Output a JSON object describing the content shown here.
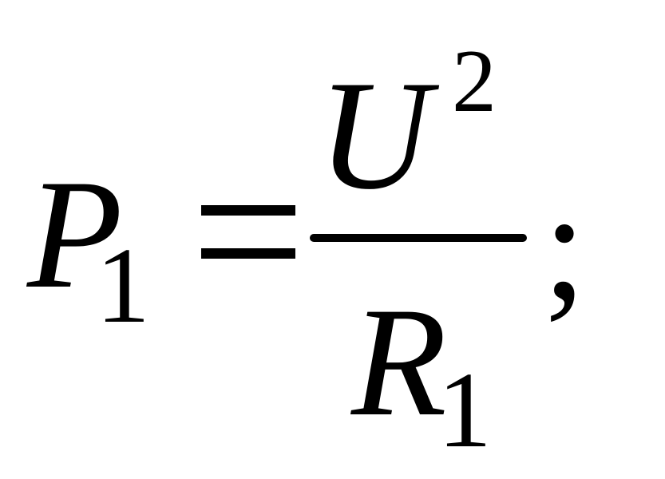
{
  "formula": {
    "lhs_variable": "P",
    "lhs_subscript": "1",
    "operator": "=",
    "numerator_variable": "U",
    "numerator_superscript": "2",
    "denominator_variable": "R",
    "denominator_subscript": "1",
    "terminator": ";"
  }
}
